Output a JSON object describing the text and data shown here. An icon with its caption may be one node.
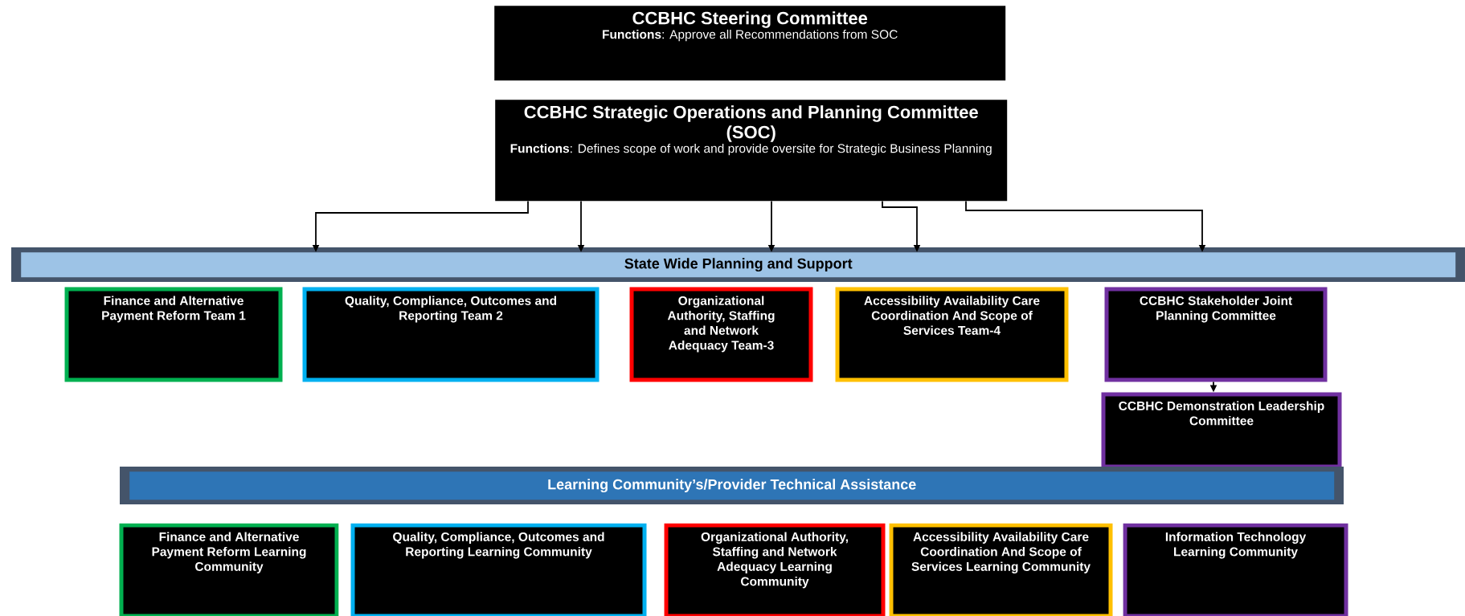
{
  "diagram": {
    "nodes": [
      {
        "text": [
          "CCBHC Steering Committee",
          "**Functions**: Approve all Recommendations from SOC"
        ]
      },
      {
        "text": [
          "CCBHC Strategic Operations and Planning Committee (SOC)",
          "**Functions**: Defines scope of work and provide oversite for Strategic Business Planning"
        ]
      },
      {
        "text": [
          "State Wide Planning and Support"
        ]
      },
      {
        "text": [
          "Finance and Alternative Payment Reform Team 1"
        ]
      },
      {
        "text": [
          "Quality, Compliance, Outcomes and Reporting Team 2"
        ]
      },
      {
        "text": [
          "Organizational Authority, Staffing and Network Adequacy Team-3"
        ]
      },
      {
        "text": [
          "Accessibility Availability Care Coordination And Scope of Services Team-4"
        ]
      },
      {
        "text": [
          "CCBHC Stakeholder Joint Planning Committee"
        ]
      },
      {
        "text": [
          "CCBHC Demonstration Leadership Committee"
        ]
      },
      {
        "text": [
          "Learning Community’s/Provider Technical Assistance"
        ]
      },
      {
        "text": [
          "Finance and Alternative Payment Reform Learning Community"
        ]
      },
      {
        "text": [
          "Quality, Compliance, Outcomes and Reporting Learning Community"
        ]
      },
      {
        "text": [
          "Organizational Authority, Staffing and Network Adequacy Learning Community"
        ]
      },
      {
        "text": [
          "Accessibility Availability Care Coordination And Scope of Services Learning Community"
        ]
      },
      {
        "text": [
          "Information Technology Learning Community"
        ]
      }
    ],
    "edges": [
      {
        "from": 1,
        "to": 2,
        "arrow": "to"
      },
      {
        "from": 1,
        "to": 2,
        "arrow": "to"
      },
      {
        "from": 1,
        "to": 2,
        "arrow": "to"
      },
      {
        "from": 1,
        "to": 2,
        "arrow": "to"
      },
      {
        "from": 1,
        "to": 2,
        "arrow": "to"
      },
      {
        "from": 7,
        "to": 8,
        "arrow": "to"
      }
    ]
  }
}
